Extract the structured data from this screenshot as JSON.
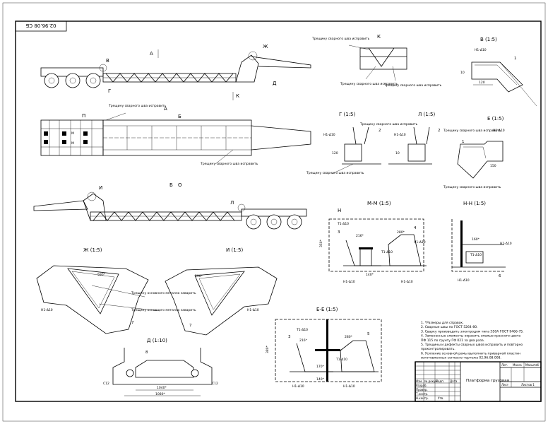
{
  "title_block": {
    "code": "02.96.08 СБ",
    "name": "Платформа грузовая",
    "col_letter": "Лит.",
    "col_mass": "Масса",
    "col_scale": "Масштаб",
    "sheet": "Лист",
    "sheets": "Листов 1",
    "role_designer": "Разраб.",
    "role_checker": "Провер.",
    "role_tcontrol": "Т.контр.",
    "role_ncontrol": "Н.контр.",
    "role_approver": "Утв.",
    "col_change": "Изм.",
    "col_doc": "№ докум.",
    "col_sign": "Подп.",
    "col_date": "Дата"
  },
  "notes": [
    "1. *Размеры для справок.",
    "2. Сварные швы по ГОСТ 5264-80.",
    "3. Сварку производить электродом типа Э50А ГОСТ 9466-75.",
    "4. Замененные элементы окрасить эмалью красного цвета",
    "ПФ 115 по грунту ГФ 021 за два раза.",
    "5. Трещины и дефекты сварных швов исправить и повторно",
    "проконтролировать.",
    "6. Усиление основной рамы выполнить приварной пластин",
    "изготовленных согласно чертежа 02.96.08.008."
  ],
  "views": {
    "side_top": "А",
    "plan": "А",
    "side_bottom": "Б",
    "k": "К",
    "b": "В (1:5)",
    "g": "Г (1:5)",
    "l": "Л (1:5)",
    "e": "Е (1:5)",
    "zh": "Ж (1:5)",
    "i": "И (1:5)",
    "mm": "М-М (1:5)",
    "nn": "Н-Н (1:5)",
    "ee": "Е-Е (1:5)",
    "d": "Д (1:10)"
  },
  "markers": {
    "a_arrow": "А",
    "k_arrow": "К",
    "v": "В",
    "g": "Г",
    "zh": "Ж",
    "d": "Д",
    "p": "П",
    "b_arrow": "Б",
    "m1": "М",
    "m2": "М",
    "i": "И",
    "l": "Л",
    "n": "Н",
    "o": "О"
  },
  "callouts": {
    "crack1": "Трещину сварного шва исправить",
    "crack2": "Трещину сварного шва исправить",
    "crack3": "Трещину сварного шва исправить",
    "crack4": "Трещину сварного шва исправить",
    "crack5": "Трещину сварного шва исправить",
    "crack6": "Трещину сварного шва исправить",
    "crack7": "Трещину сварного шва исправить",
    "crack8": "Трещину сварного шва исправить",
    "crack9": "Трещину сварного шва исправить",
    "metal1": "Трещину основного металла заварить",
    "metal2": "Трещину основного металла заварить"
  },
  "welds": {
    "w1": "Н1-Δ10",
    "w2": "Н1-Δ10",
    "w3": "Н1-Δ10",
    "w4": "Н1-Δ10",
    "w5": "Н1-Δ10",
    "w6": "Н1-Δ10",
    "w7": "Н1-Δ10",
    "w8": "Т1-Δ10",
    "w9": "Т1-Δ10",
    "w10": "Н1-Δ10",
    "w11": "Н1-Δ10",
    "w12": "Т1-Δ10",
    "w13": "Н1-Δ10",
    "w14": "Н1-Δ10",
    "w15": "Т1-Δ10",
    "w16": "Т1-Δ10",
    "w17": "Н1-Δ10",
    "w18": "Н1-Δ10"
  },
  "parts": {
    "p1a": "1",
    "p1b": "1",
    "p2a": "2",
    "p2b": "2",
    "p3a": "3",
    "p3b": "3",
    "p4": "4",
    "p5": "5",
    "p6": "6",
    "p7a": "7",
    "p7b": "7",
    "p8": "8"
  },
  "dims": {
    "d120a": "120",
    "d120b": "120",
    "d150": "150",
    "d10a": "10",
    "d10b": "10",
    "d280a": "280*",
    "d280b": "280*",
    "d216a": "216*",
    "d216b": "216*",
    "d140a": "140*",
    "d140b": "140*",
    "d160": "160*",
    "d170": "170*",
    "d1040": "1040*",
    "d1080": "1080*",
    "c12a": "С12",
    "c12b": "С12",
    "d350": "350*",
    "d380": "380*",
    "d590a": "590*",
    "d590b": "590*"
  }
}
